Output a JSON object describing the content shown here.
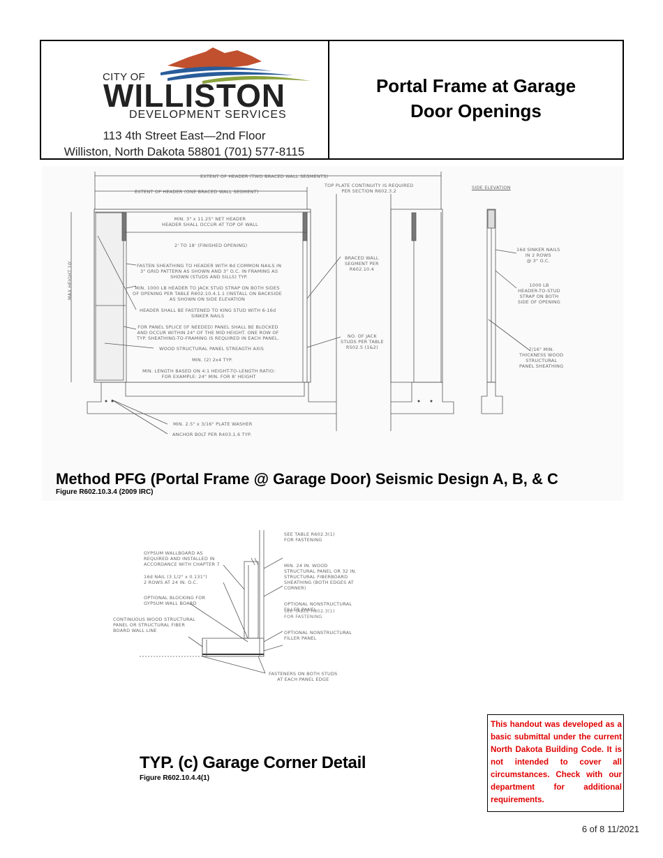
{
  "header": {
    "logo": {
      "city_of": "CITY OF",
      "city_name": "WILLISTON",
      "department": "DEVELOPMENT SERVICES"
    },
    "address_line1": "113 4th Street East—2nd Floor",
    "address_line2": "Williston, North Dakota 58801 (701) 577-8115",
    "title_line1": "Portal Frame at Garage",
    "title_line2": "Door Openings"
  },
  "figure1": {
    "title": "Method PFG (Portal Frame @ Garage Door) Seismic Design A, B, & C",
    "subtitle": "Figure R602.10.3.4 (2009 IRC)",
    "labels": {
      "extent_two": "EXTENT OF HEADER (TWO BRACED WALL SEGMENTS)",
      "extent_one": "EXTENT OF HEADER (ONE BRACED WALL SEGMENT)",
      "top_plate": "TOP PLATE CONTINUITY IS REQUIRED\nPER SECTION R602.3.2",
      "side_elev": "SIDE ELEVATION",
      "min_header": "MIN. 3\" x 11.25\" NET HEADER\nHEADER SHALL OCCUR AT TOP OF WALL",
      "opening": "2' TO 18' (FINISHED OPENING)",
      "fasten": "FASTEN SHEATHING TO HEADER WITH 8d COMMON NAILS IN\n3\" GRID PATTERN AS SHOWN AND 3\" O.C. IN FRAMING AS\nSHOWN (STUDS AND SILLS) TYP.",
      "min1000": "MIN. 1000 LB HEADER TO JACK STUD STRAP ON BOTH SIDES\nOF OPENING PER TABLE R602.10.4.1.1 (INSTALL ON BACKSIDE\nAS SHOWN ON SIDE ELEVATION",
      "king_stud": "HEADER SHALL BE FASTENED TO KING STUD WITH 6-16d\nSINKER NAILS",
      "splice": "FOR PANEL SPLICE (IF NEEDED) PANEL SHALL BE BLOCKED\nAND OCCUR WITHIN 24\" OF THE MID HEIGHT. ONE ROW OF\nTYP. SHEATHING-TO-FRAMING IS REQUIRED IN EACH PANEL.",
      "axis": "WOOD STRUCTURAL PANEL STREAGTH AXIS",
      "min2x4": "MIN. (2) 2x4 TYP.",
      "min_length": "MIN. LENGTH BASED ON 4:1 HEIGHT-TO-LENGTH RATIO:\nFOR EXAMPLE: 24\" MIN. FOR 8' HEIGHT",
      "braced_wall": "BRACED WALL\nSEGMENT PER\nR602.10.4",
      "jack_studs": "NO. OF JACK\nSTUDS PER TABLE\nR502.5 (1&2)",
      "max_height": "MAX HEIGHT 10'",
      "sinker": "16d SINKER NAILS\nIN 2 ROWS\n@ 3\" O.C.",
      "strap": "1000 LB\nHEADER-TO-STUD\nSTRAP ON BOTH\nSIDE OF OPENING",
      "sheathing": "7/16\" MIN.\nTHICKNESS WOOD\nSTRUCTURAL\nPANEL SHEATHING",
      "washer": "MIN. 2.5\" x 3/16\" PLATE WASHER",
      "anchor": "ANCHOR BOLT PER R403.1.6 TYP."
    }
  },
  "figure2": {
    "title": "TYP. (c) Garage Corner Detail",
    "subtitle": "Figure R602.10.4.4(1)",
    "labels": {
      "see_table": "SEE TABLE R602.3(1)\nFOR FASTENING",
      "gypsum": "GYPSUM WALLBOARD AS\nREQUIRED AND INSTALLED IN\nACCORDANCE WITH CHAPTER 7",
      "min24": "MIN. 24 IN. WOOD\nSTRUCTURAL PANEL OR 32 IN.\nSTRUCTURAL FIBERBOARD\nSHEATHING (BOTH EDGES AT\nCORNER)",
      "nail": "16d NAIL (3 1/2\" x 0.131\")\n2 ROWS AT 24 IN. O.C.",
      "blocking": "OPTIONAL BLOCKING FOR\nGYPSUM WALL BOARD",
      "nonstructural1": "OPTIONAL NONSTRUCTURAL\nFILLER PANEL",
      "see_table2": "SEE TABLE R602.3(1)\nFOR FASTENING",
      "continuous": "CONTINUOUS WOOD STRUCTURAL\nPANEL OR STRUCTURAL FIBER\nBOARD WALL LINE",
      "nonstructural2": "OPTIONAL NONSTRUCTURAL\nFILLER PANEL",
      "fasteners": "FASTENERS ON BOTH STUDS\nAT EACH PANEL EDGE"
    }
  },
  "notice": "This handout was developed as a basic submittal under the current North Dakota Building Code. It is not intended to cover all circumstances. Check with our department for additional requirements.",
  "footer": {
    "page": "6 of 8  11/2021"
  },
  "colors": {
    "notice_red": "#e00000",
    "logo_red": "#c0502e",
    "logo_blue": "#2a5c9a",
    "logo_green": "#8aa23c"
  }
}
